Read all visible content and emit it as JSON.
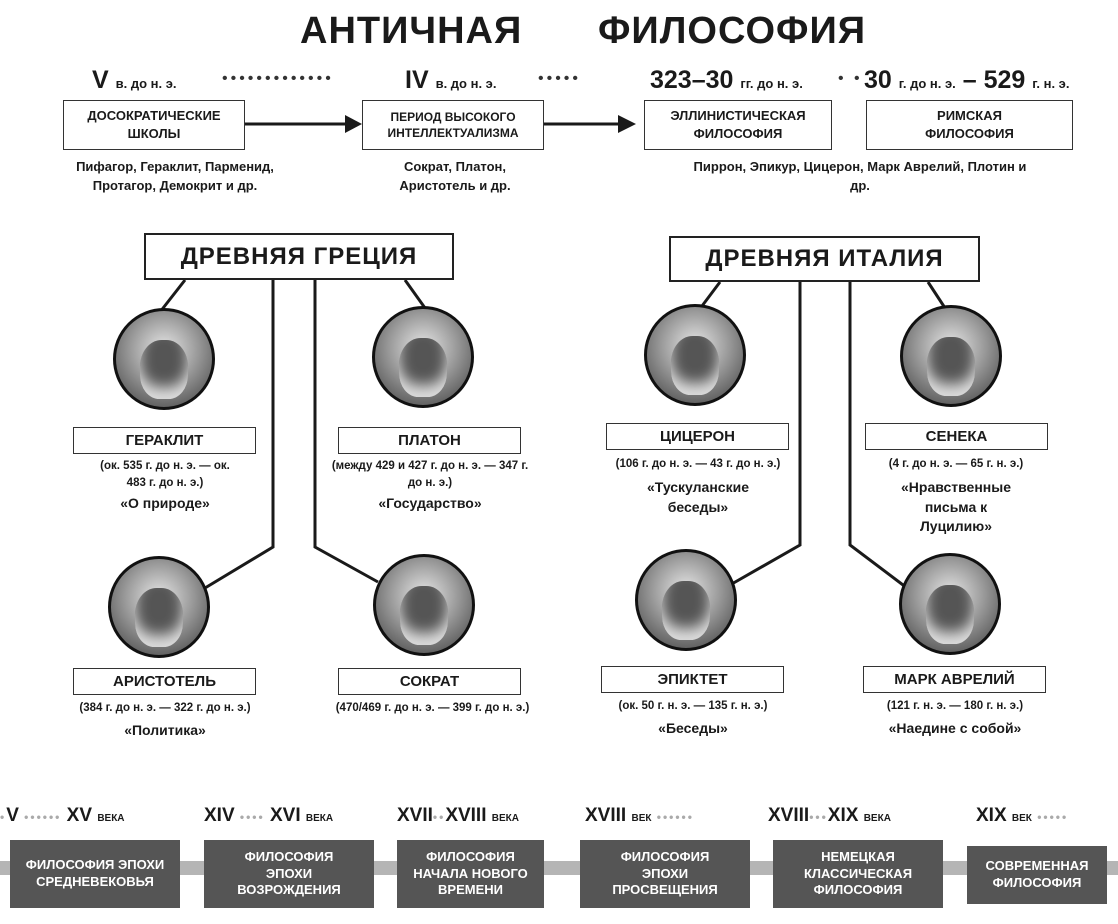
{
  "title": {
    "word1": "АНТИЧНАЯ",
    "word2": "ФИЛОСОФИЯ"
  },
  "eras": [
    {
      "num": "V",
      "unit": "в. до н. э."
    },
    {
      "num": "IV",
      "unit": "в. до н. э."
    },
    {
      "num": "323–30",
      "unit": "гг. до н. э."
    },
    {
      "num": "30",
      "unit": "г. до н. э."
    },
    {
      "num": "– 529",
      "unit": "г. н. э."
    }
  ],
  "periods": [
    {
      "label": "ДОСОКРАТИЧЕСКИЕ ШКОЛЫ",
      "names": "Пифагор, Гераклит, Парменид, Протагор, Демокрит и др."
    },
    {
      "label": "ПЕРИОД ВЫСОКОГО ИНТЕЛЛЕКТУАЛИЗМА",
      "names": "Сократ, Платон, Аристотель и др."
    },
    {
      "label": "ЭЛЛИНИСТИЧЕСКАЯ ФИЛОСОФИЯ",
      "names": "Пиррон, Эпикур, Цицерон, Марк Аврелий, Плотин и др."
    },
    {
      "label": "РИМСКАЯ ФИЛОСОФИЯ"
    }
  ],
  "regions": {
    "greece": "ДРЕВНЯЯ ГРЕЦИЯ",
    "italy": "ДРЕВНЯЯ ИТАЛИЯ"
  },
  "philosophers": [
    {
      "name": "ГЕРАКЛИТ",
      "dates": "(ок. 535 г. до н. э. — ок. 483 г. до н. э.)",
      "work": "«О природе»"
    },
    {
      "name": "ПЛАТОН",
      "dates": "(между 429 и 427 г. до н. э. — 347 г. до н. э.)",
      "work": "«Государство»"
    },
    {
      "name": "ЦИЦЕРОН",
      "dates": "(106 г. до н. э. — 43 г. до н. э.)",
      "work": "«Тускуланские беседы»"
    },
    {
      "name": "СЕНЕКА",
      "dates": "(4 г. до н. э. — 65 г. н. э.)",
      "work": "«Нравственные письма к Луцилию»"
    },
    {
      "name": "АРИСТОТЕЛЬ",
      "dates": "(384 г. до н. э. — 322 г. до н. э.)",
      "work": "«Политика»"
    },
    {
      "name": "СОКРАТ",
      "dates": "(470/469 г. до н. э. — 399 г. до н. э.)",
      "work": ""
    },
    {
      "name": "ЭПИКТЕТ",
      "dates": "(ок. 50 г. н. э. — 135 г. н. э.)",
      "work": "«Беседы»"
    },
    {
      "name": "МАРК АВРЕЛИЙ",
      "dates": "(121 г. н. э. — 180 г. н. э.)",
      "work": "«Наедине с собой»"
    }
  ],
  "later": [
    {
      "from": "V",
      "to": "XV",
      "unit": "ВЕКА",
      "label": "ФИЛОСОФИЯ ЭПОХИ СРЕДНЕВЕКОВЬЯ"
    },
    {
      "from": "XIV",
      "to": "XVI",
      "unit": "ВЕКА",
      "label": "ФИЛОСОФИЯ ЭПОХИ ВОЗРОЖДЕНИЯ"
    },
    {
      "from": "XVII",
      "to": "XVIII",
      "unit": "ВЕКА",
      "label": "ФИЛОСОФИЯ НАЧАЛА НОВОГО ВРЕМЕНИ"
    },
    {
      "from": "XVIII",
      "to": "",
      "unit": "ВЕК",
      "label": "ФИЛОСОФИЯ ЭПОХИ ПРОСВЕЩЕНИЯ"
    },
    {
      "from": "XVIII",
      "to": "XIX",
      "unit": "ВЕКА",
      "label": "НЕМЕЦКАЯ КЛАССИЧЕСКАЯ ФИЛОСОФИЯ"
    },
    {
      "from": "XIX",
      "to": "",
      "unit": "ВЕК",
      "label": "СОВРЕМЕННАЯ ФИЛОСОФИЯ"
    }
  ]
}
